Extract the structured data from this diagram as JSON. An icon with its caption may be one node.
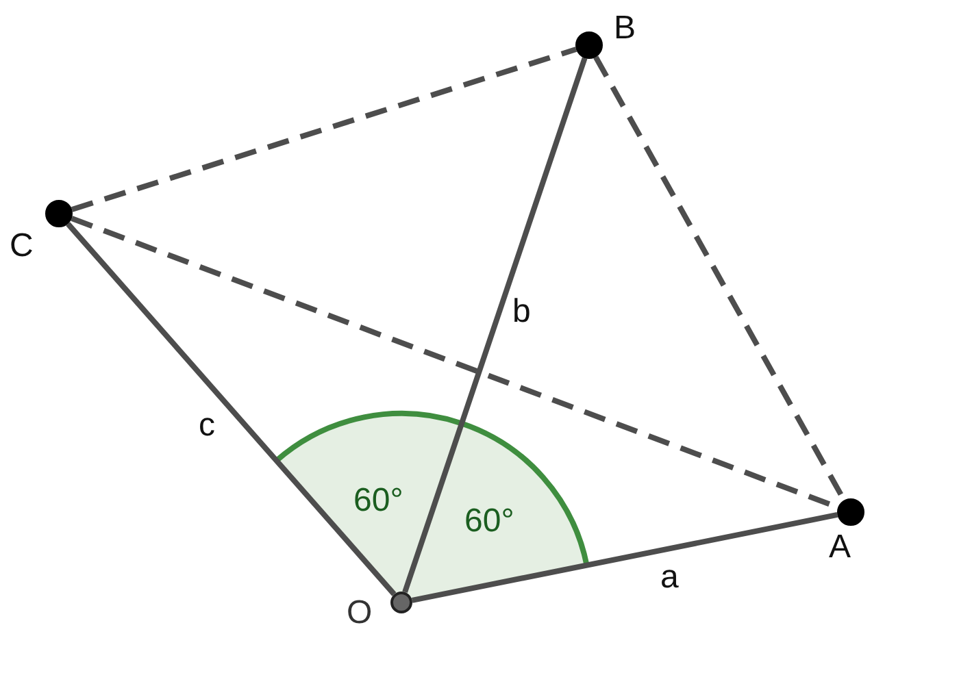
{
  "diagram": {
    "nodes": [
      {
        "text": [
          "B"
        ]
      },
      {
        "text": [
          "C"
        ]
      },
      {
        "text": [
          "A"
        ]
      },
      {
        "text": [
          "O"
        ]
      }
    ],
    "edges": [
      {
        "from": 3,
        "to": 2,
        "arrow": "none",
        "label": "a"
      },
      {
        "from": 3,
        "to": 0,
        "arrow": "none",
        "label": "b"
      },
      {
        "from": 3,
        "to": 1,
        "arrow": "none",
        "label": "c"
      },
      {
        "from": 1,
        "to": 0,
        "arrow": "none",
        "style": "dashed"
      },
      {
        "from": 0,
        "to": 2,
        "arrow": "none",
        "style": "dashed"
      },
      {
        "from": 1,
        "to": 2,
        "arrow": "none",
        "style": "dashed"
      }
    ],
    "labels": [
      "60°",
      "60°"
    ]
  }
}
